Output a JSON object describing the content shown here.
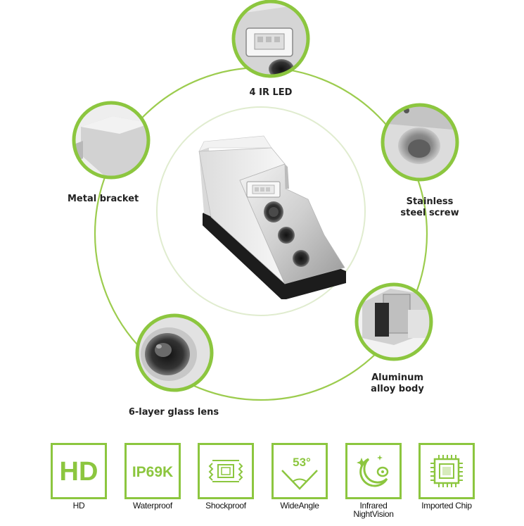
{
  "callouts": {
    "ir_led": "4 IR LED",
    "metal_bracket": "Metal bracket",
    "screw_line1": "Stainless",
    "screw_line2": "steel screw",
    "alloy_line1": "Aluminum",
    "alloy_line2": "alloy body",
    "lens": "6-layer glass lens"
  },
  "features": [
    {
      "icon": "hd-icon",
      "icon_text": "HD",
      "caption": "HD"
    },
    {
      "icon": "ip69k-icon",
      "icon_text": "IP69K",
      "caption": "Waterproof"
    },
    {
      "icon": "shockproof-icon",
      "caption": "Shockproof"
    },
    {
      "icon": "wide-angle-icon",
      "icon_text": "53°",
      "caption": "WideAngle"
    },
    {
      "icon": "night-vision-icon",
      "caption_line1": "Infrared",
      "caption_line2": "NightVision"
    },
    {
      "icon": "chip-icon",
      "caption": "Imported Chip"
    }
  ],
  "colors": {
    "accent": "#8cc63f",
    "accent_light": "#e4f0d2"
  }
}
